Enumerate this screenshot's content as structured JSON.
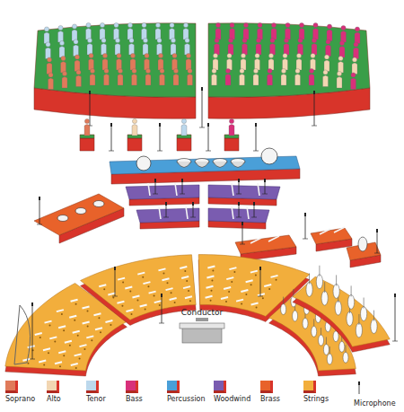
{
  "diagram": {
    "labels": [
      "Conductor"
    ],
    "legend": [
      {
        "text": "Soprano",
        "color": "#e07a5a"
      },
      {
        "text": "Alto",
        "color": "#f2d6b2"
      },
      {
        "text": "Tenor",
        "color": "#bcd8ec"
      },
      {
        "text": "Bass",
        "color": "#d8307a"
      },
      {
        "text": "Percussion",
        "color": "#4a9fd8"
      },
      {
        "text": "Woodwind",
        "color": "#7a5cb0"
      },
      {
        "text": "Brass",
        "color": "#e8622a"
      },
      {
        "text": "Strings",
        "color": "#f2ae3c"
      },
      {
        "text": "Microphone"
      }
    ]
  }
}
